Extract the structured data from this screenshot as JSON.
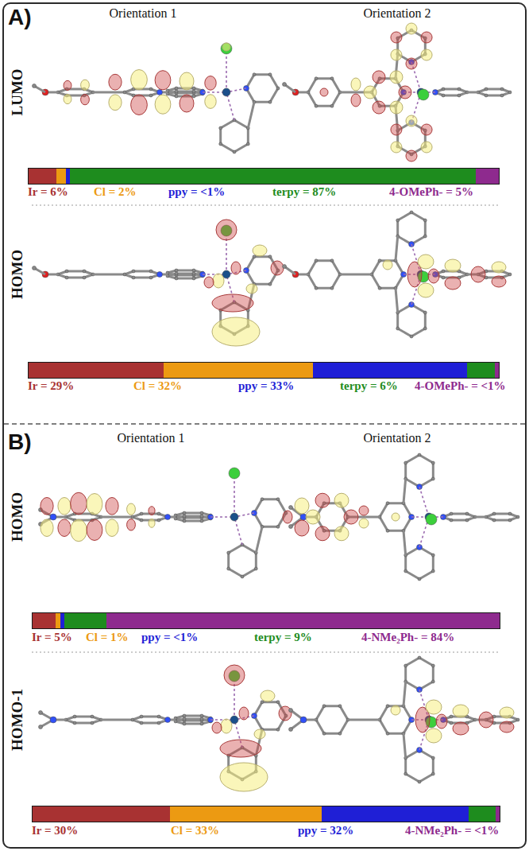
{
  "diagram": {
    "nodes": [
      {
        "text": [
          "A)",
          "B)"
        ]
      }
    ],
    "labels": [
      "Orientation 1",
      "Orientation 2",
      "LUMO",
      "HOMO",
      "Orientation 1",
      "Orientation 2",
      "HOMO",
      "HOMO-1"
    ],
    "legend": [
      {
        "text": "Ir = 6%",
        "color": "#a83232"
      },
      {
        "text": "Cl = 2%",
        "color": "#ec9a12"
      },
      {
        "text": "ppy = <1%",
        "color": "#1f1fd6"
      },
      {
        "text": "terpy = 87%",
        "color": "#1e8c1e"
      },
      {
        "text": "4-OMePh- = 5%",
        "color": "#8e2a8e"
      },
      {
        "text": "Ir = 29%",
        "color": "#a83232"
      },
      {
        "text": "Cl = 32%",
        "color": "#ec9a12"
      },
      {
        "text": "ppy = 33%",
        "color": "#1f1fd6"
      },
      {
        "text": "terpy = 6%",
        "color": "#1e8c1e"
      },
      {
        "text": "4-OMePh- = <1%",
        "color": "#8e2a8e"
      },
      {
        "text": "Ir = 5%",
        "color": "#a83232"
      },
      {
        "text": "Cl = 1%",
        "color": "#ec9a12"
      },
      {
        "text": "ppy = <1%",
        "color": "#1f1fd6"
      },
      {
        "text": "terpy = 9%",
        "color": "#1e8c1e"
      },
      {
        "text": "4-NMe₂Ph- = 84%",
        "color": "#8e2a8e"
      },
      {
        "text": "Ir = 30%",
        "color": "#a83232"
      },
      {
        "text": "Cl = 33%",
        "color": "#ec9a12"
      },
      {
        "text": "ppy = 32%",
        "color": "#1f1fd6"
      },
      {
        "text": "4-NMe₂Ph- = <1%",
        "color": "#8e2a8e"
      }
    ]
  }
}
